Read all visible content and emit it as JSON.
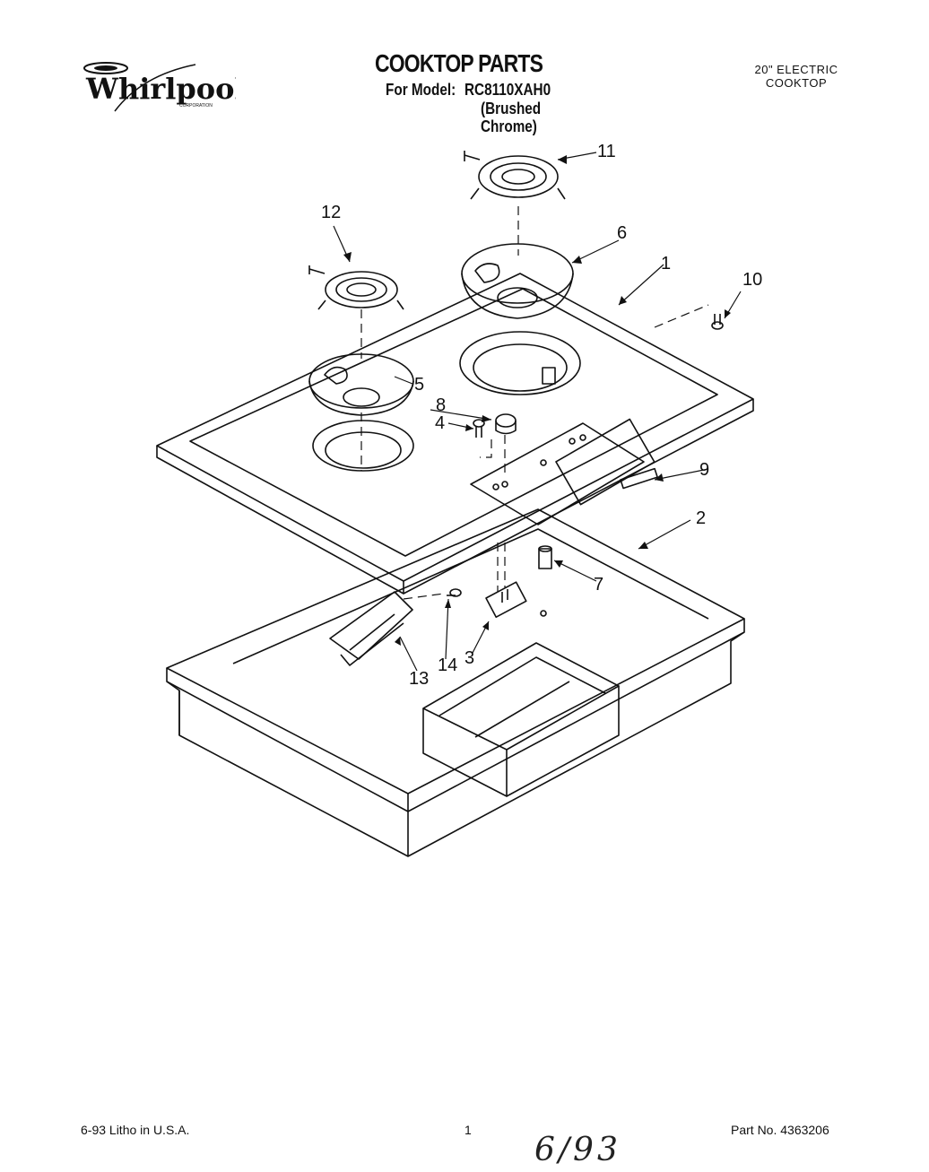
{
  "header": {
    "brand": "Whirlpool",
    "brand_sub": "CORPORATION",
    "title": "COOKTOP PARTS",
    "model_label": "For Model:",
    "model_value": "RC8110XAH0",
    "finish_line1": "(Brushed",
    "finish_line2": "Chrome)",
    "spec_line1": "20\" ELECTRIC",
    "spec_line2": "COOKTOP"
  },
  "callouts": [
    "1",
    "2",
    "3",
    "4",
    "5",
    "6",
    "7",
    "8",
    "9",
    "10",
    "11",
    "12",
    "13",
    "14"
  ],
  "footer": {
    "date_litho": "6-93  Litho in U.S.A.",
    "page": "1",
    "part_no": "Part No. 4363206",
    "handwritten": "6/93"
  }
}
